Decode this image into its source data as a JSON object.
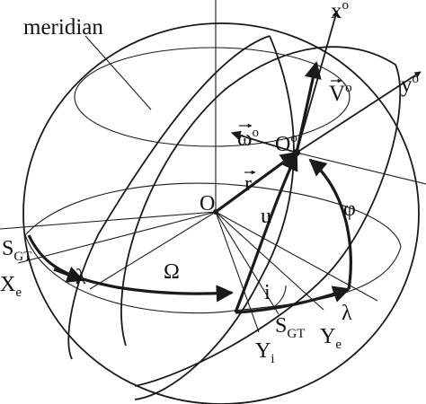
{
  "labels": {
    "meridian": "meridian",
    "x_axis": "x",
    "x_axis_sup": "o",
    "y_axis": "y",
    "y_axis_sup": "o",
    "velocity": "V",
    "velocity_sup": "o",
    "omega": "ω",
    "omega_sup": "o",
    "satellite_origin": "O",
    "satellite_origin_sup": "o",
    "center": "O",
    "radius": "r",
    "arg_latitude": "u",
    "latitude": "φ",
    "sgt_left": "S",
    "sgt_left_sub": "GT",
    "xe": "X",
    "xe_sub": "e",
    "lambda_left": "λ",
    "node_longitude": "Ω",
    "inclination": "i",
    "sgt_bottom": "S",
    "sgt_bottom_sub": "GT",
    "lambda_right": "λ",
    "yi": "Y",
    "yi_sub": "i",
    "ye": "Y",
    "ye_sub": "e"
  }
}
